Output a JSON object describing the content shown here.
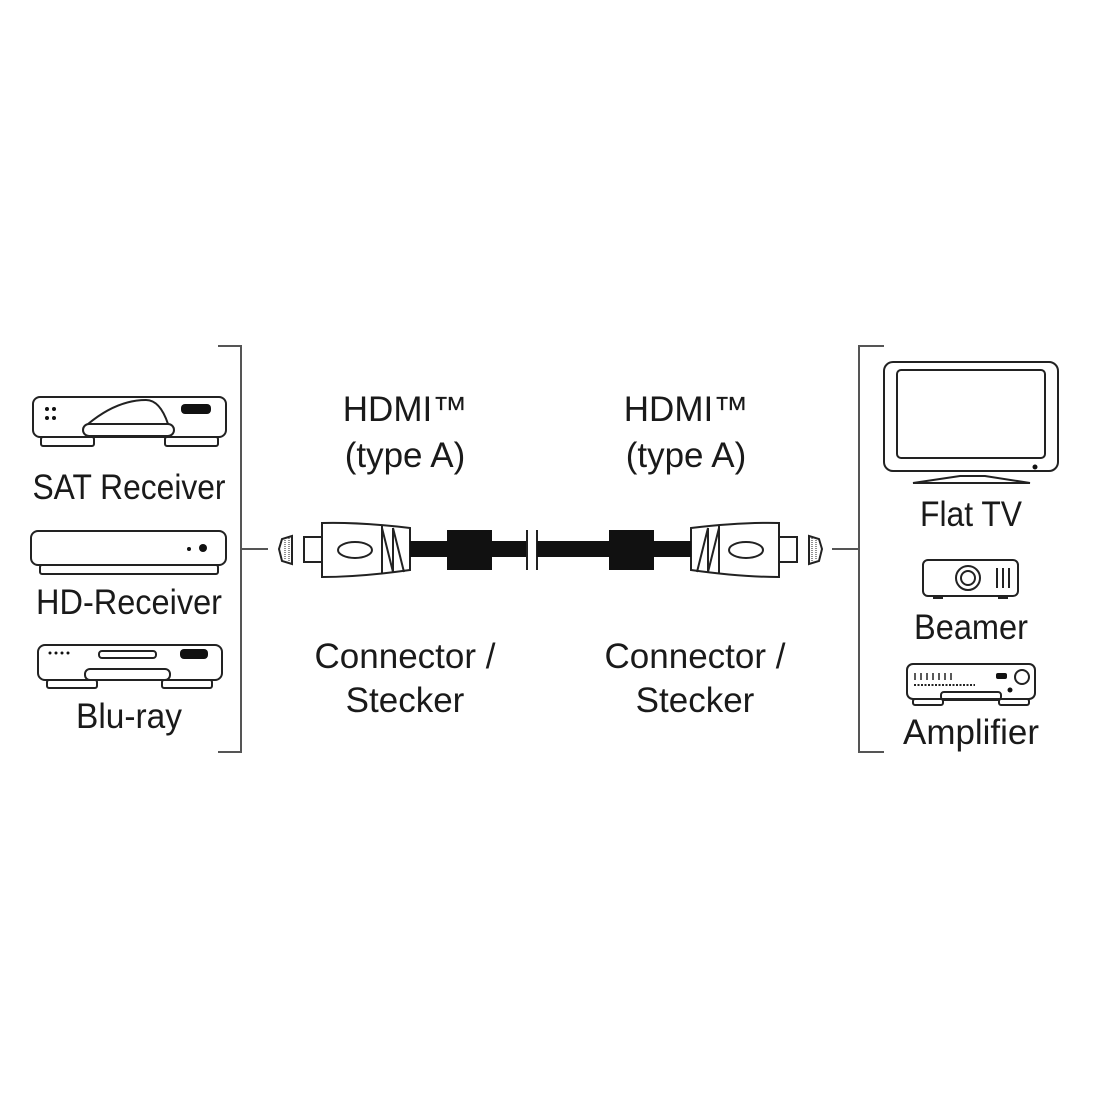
{
  "sources": {
    "items": [
      {
        "label": "SAT Receiver",
        "icon": "sat-receiver-icon"
      },
      {
        "label": "HD-Receiver",
        "icon": "hd-receiver-icon"
      },
      {
        "label": "Blu-ray",
        "icon": "blu-ray-player-icon"
      }
    ]
  },
  "cable": {
    "left": {
      "type_line1": "HDMI™",
      "type_line2": "(type A)",
      "connector_line1": "Connector /",
      "connector_line2": "Stecker"
    },
    "right": {
      "type_line1": "HDMI™",
      "type_line2": "(type A)",
      "connector_line1": "Connector /",
      "connector_line2": "Stecker"
    }
  },
  "sinks": {
    "items": [
      {
        "label": "Flat TV",
        "icon": "flat-tv-icon"
      },
      {
        "label": "Beamer",
        "icon": "projector-icon"
      },
      {
        "label": "Amplifier",
        "icon": "amplifier-icon"
      }
    ]
  },
  "colors": {
    "line": "#222222",
    "bracket": "#555555",
    "background": "#ffffff"
  }
}
